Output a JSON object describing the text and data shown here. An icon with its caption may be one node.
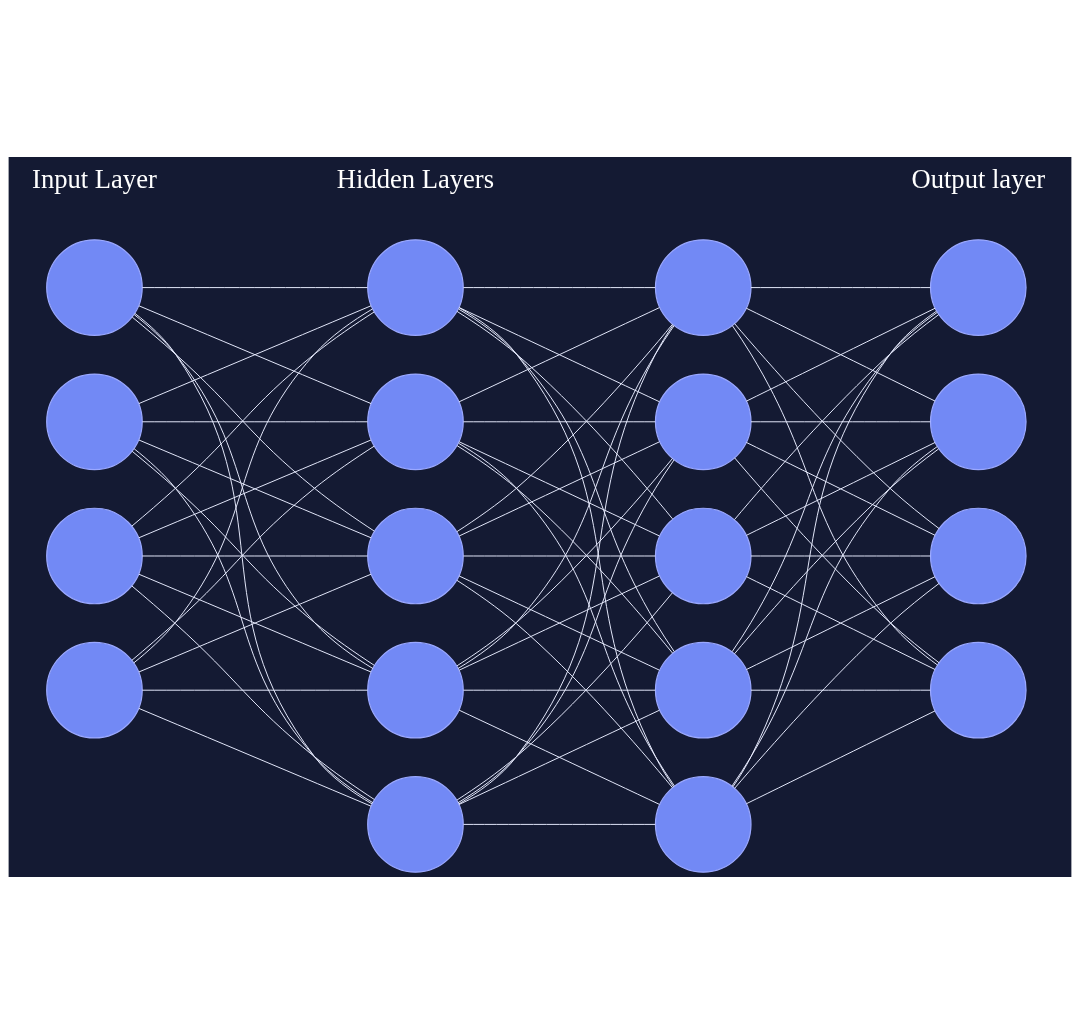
{
  "diagram": {
    "nodes": [
      {
        "text": [],
        "shape": "circle"
      },
      {
        "text": [],
        "shape": "circle"
      },
      {
        "text": [],
        "shape": "circle"
      },
      {
        "text": [],
        "shape": "circle"
      },
      {
        "text": [],
        "shape": "circle"
      },
      {
        "text": [],
        "shape": "circle"
      },
      {
        "text": [],
        "shape": "circle"
      },
      {
        "text": [],
        "shape": "circle"
      },
      {
        "text": [],
        "shape": "circle"
      },
      {
        "text": [],
        "shape": "circle"
      },
      {
        "text": [],
        "shape": "circle"
      },
      {
        "text": [],
        "shape": "circle"
      },
      {
        "text": [],
        "shape": "circle"
      },
      {
        "text": [],
        "shape": "circle"
      },
      {
        "text": [],
        "shape": "circle"
      },
      {
        "text": [],
        "shape": "circle"
      },
      {
        "text": [],
        "shape": "circle"
      },
      {
        "text": [],
        "shape": "circle"
      }
    ],
    "edges": [
      {
        "from": 0,
        "to": 4,
        "arrow": "none"
      },
      {
        "from": 0,
        "to": 5,
        "arrow": "none"
      },
      {
        "from": 0,
        "to": 6,
        "arrow": "none"
      },
      {
        "from": 0,
        "to": 7,
        "arrow": "none"
      },
      {
        "from": 0,
        "to": 8,
        "arrow": "none"
      },
      {
        "from": 1,
        "to": 4,
        "arrow": "none"
      },
      {
        "from": 1,
        "to": 5,
        "arrow": "none"
      },
      {
        "from": 1,
        "to": 6,
        "arrow": "none"
      },
      {
        "from": 1,
        "to": 7,
        "arrow": "none"
      },
      {
        "from": 1,
        "to": 8,
        "arrow": "none"
      },
      {
        "from": 2,
        "to": 4,
        "arrow": "none"
      },
      {
        "from": 2,
        "to": 5,
        "arrow": "none"
      },
      {
        "from": 2,
        "to": 6,
        "arrow": "none"
      },
      {
        "from": 2,
        "to": 7,
        "arrow": "none"
      },
      {
        "from": 2,
        "to": 8,
        "arrow": "none"
      },
      {
        "from": 3,
        "to": 4,
        "arrow": "none"
      },
      {
        "from": 3,
        "to": 5,
        "arrow": "none"
      },
      {
        "from": 3,
        "to": 6,
        "arrow": "none"
      },
      {
        "from": 3,
        "to": 7,
        "arrow": "none"
      },
      {
        "from": 3,
        "to": 8,
        "arrow": "none"
      },
      {
        "from": 4,
        "to": 9,
        "arrow": "none"
      },
      {
        "from": 4,
        "to": 10,
        "arrow": "none"
      },
      {
        "from": 4,
        "to": 11,
        "arrow": "none"
      },
      {
        "from": 4,
        "to": 12,
        "arrow": "none"
      },
      {
        "from": 4,
        "to": 13,
        "arrow": "none"
      },
      {
        "from": 5,
        "to": 9,
        "arrow": "none"
      },
      {
        "from": 5,
        "to": 10,
        "arrow": "none"
      },
      {
        "from": 5,
        "to": 11,
        "arrow": "none"
      },
      {
        "from": 5,
        "to": 12,
        "arrow": "none"
      },
      {
        "from": 5,
        "to": 13,
        "arrow": "none"
      },
      {
        "from": 6,
        "to": 9,
        "arrow": "none"
      },
      {
        "from": 6,
        "to": 10,
        "arrow": "none"
      },
      {
        "from": 6,
        "to": 11,
        "arrow": "none"
      },
      {
        "from": 6,
        "to": 12,
        "arrow": "none"
      },
      {
        "from": 6,
        "to": 13,
        "arrow": "none"
      },
      {
        "from": 7,
        "to": 9,
        "arrow": "none"
      },
      {
        "from": 7,
        "to": 10,
        "arrow": "none"
      },
      {
        "from": 7,
        "to": 11,
        "arrow": "none"
      },
      {
        "from": 7,
        "to": 12,
        "arrow": "none"
      },
      {
        "from": 7,
        "to": 13,
        "arrow": "none"
      },
      {
        "from": 8,
        "to": 9,
        "arrow": "none"
      },
      {
        "from": 8,
        "to": 10,
        "arrow": "none"
      },
      {
        "from": 8,
        "to": 11,
        "arrow": "none"
      },
      {
        "from": 8,
        "to": 12,
        "arrow": "none"
      },
      {
        "from": 8,
        "to": 13,
        "arrow": "none"
      },
      {
        "from": 9,
        "to": 14,
        "arrow": "none"
      },
      {
        "from": 9,
        "to": 15,
        "arrow": "none"
      },
      {
        "from": 9,
        "to": 16,
        "arrow": "none"
      },
      {
        "from": 9,
        "to": 17,
        "arrow": "none"
      },
      {
        "from": 10,
        "to": 14,
        "arrow": "none"
      },
      {
        "from": 10,
        "to": 15,
        "arrow": "none"
      },
      {
        "from": 10,
        "to": 16,
        "arrow": "none"
      },
      {
        "from": 10,
        "to": 17,
        "arrow": "none"
      },
      {
        "from": 11,
        "to": 14,
        "arrow": "none"
      },
      {
        "from": 11,
        "to": 15,
        "arrow": "none"
      },
      {
        "from": 11,
        "to": 16,
        "arrow": "none"
      },
      {
        "from": 11,
        "to": 17,
        "arrow": "none"
      },
      {
        "from": 12,
        "to": 14,
        "arrow": "none"
      },
      {
        "from": 12,
        "to": 15,
        "arrow": "none"
      },
      {
        "from": 12,
        "to": 16,
        "arrow": "none"
      },
      {
        "from": 12,
        "to": 17,
        "arrow": "none"
      },
      {
        "from": 13,
        "to": 14,
        "arrow": "none"
      },
      {
        "from": 13,
        "to": 15,
        "arrow": "none"
      },
      {
        "from": 13,
        "to": 16,
        "arrow": "none"
      },
      {
        "from": 13,
        "to": 17,
        "arrow": "none"
      }
    ],
    "labels": [
      "Hidden Layers",
      "Input Layer",
      "Output layer"
    ]
  }
}
